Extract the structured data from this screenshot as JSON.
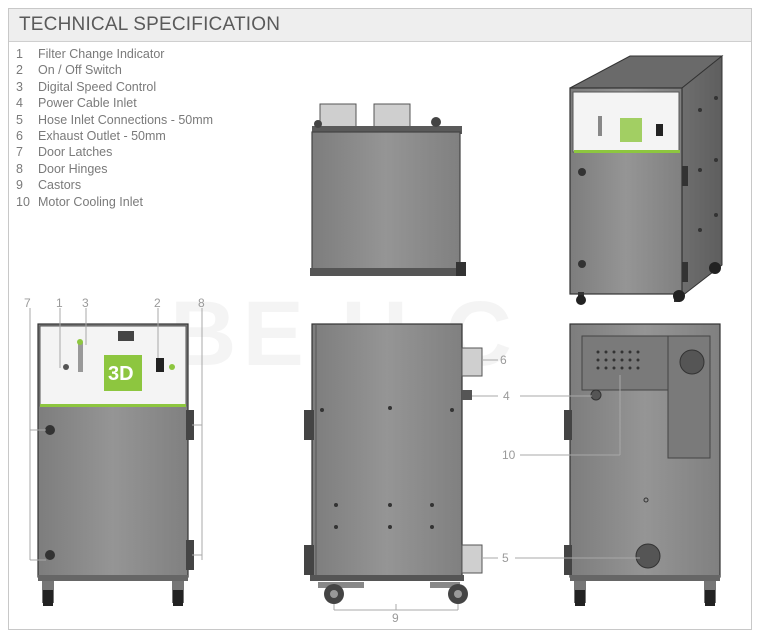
{
  "header": {
    "title": "TECHNICAL SPECIFICATION"
  },
  "legend": [
    {
      "num": "1",
      "label": "Filter Change Indicator"
    },
    {
      "num": "2",
      "label": "On / Off Switch"
    },
    {
      "num": "3",
      "label": "Digital Speed Control"
    },
    {
      "num": "4",
      "label": "Power Cable Inlet"
    },
    {
      "num": "5",
      "label": "Hose Inlet Connections - 50mm"
    },
    {
      "num": "6",
      "label": "Exhaust Outlet - 50mm"
    },
    {
      "num": "7",
      "label": "Door Latches"
    },
    {
      "num": "8",
      "label": "Door Hinges"
    },
    {
      "num": "9",
      "label": "Castors"
    },
    {
      "num": "10",
      "label": "Motor Cooling Inlet"
    }
  ],
  "callouts": {
    "front_7": "7",
    "front_1": "1",
    "front_3": "3",
    "front_2": "2",
    "front_8": "8",
    "side_6": "6",
    "side_4": "4",
    "side_10": "10",
    "side_5": "5",
    "bottom_9": "9"
  },
  "watermark": "BE.U.C",
  "colors": {
    "body": "#8e8e8e",
    "dark": "#4a4a4a",
    "panel": "#f4f4f4",
    "accent": "#8dc63f",
    "line": "#b0b0b0"
  }
}
